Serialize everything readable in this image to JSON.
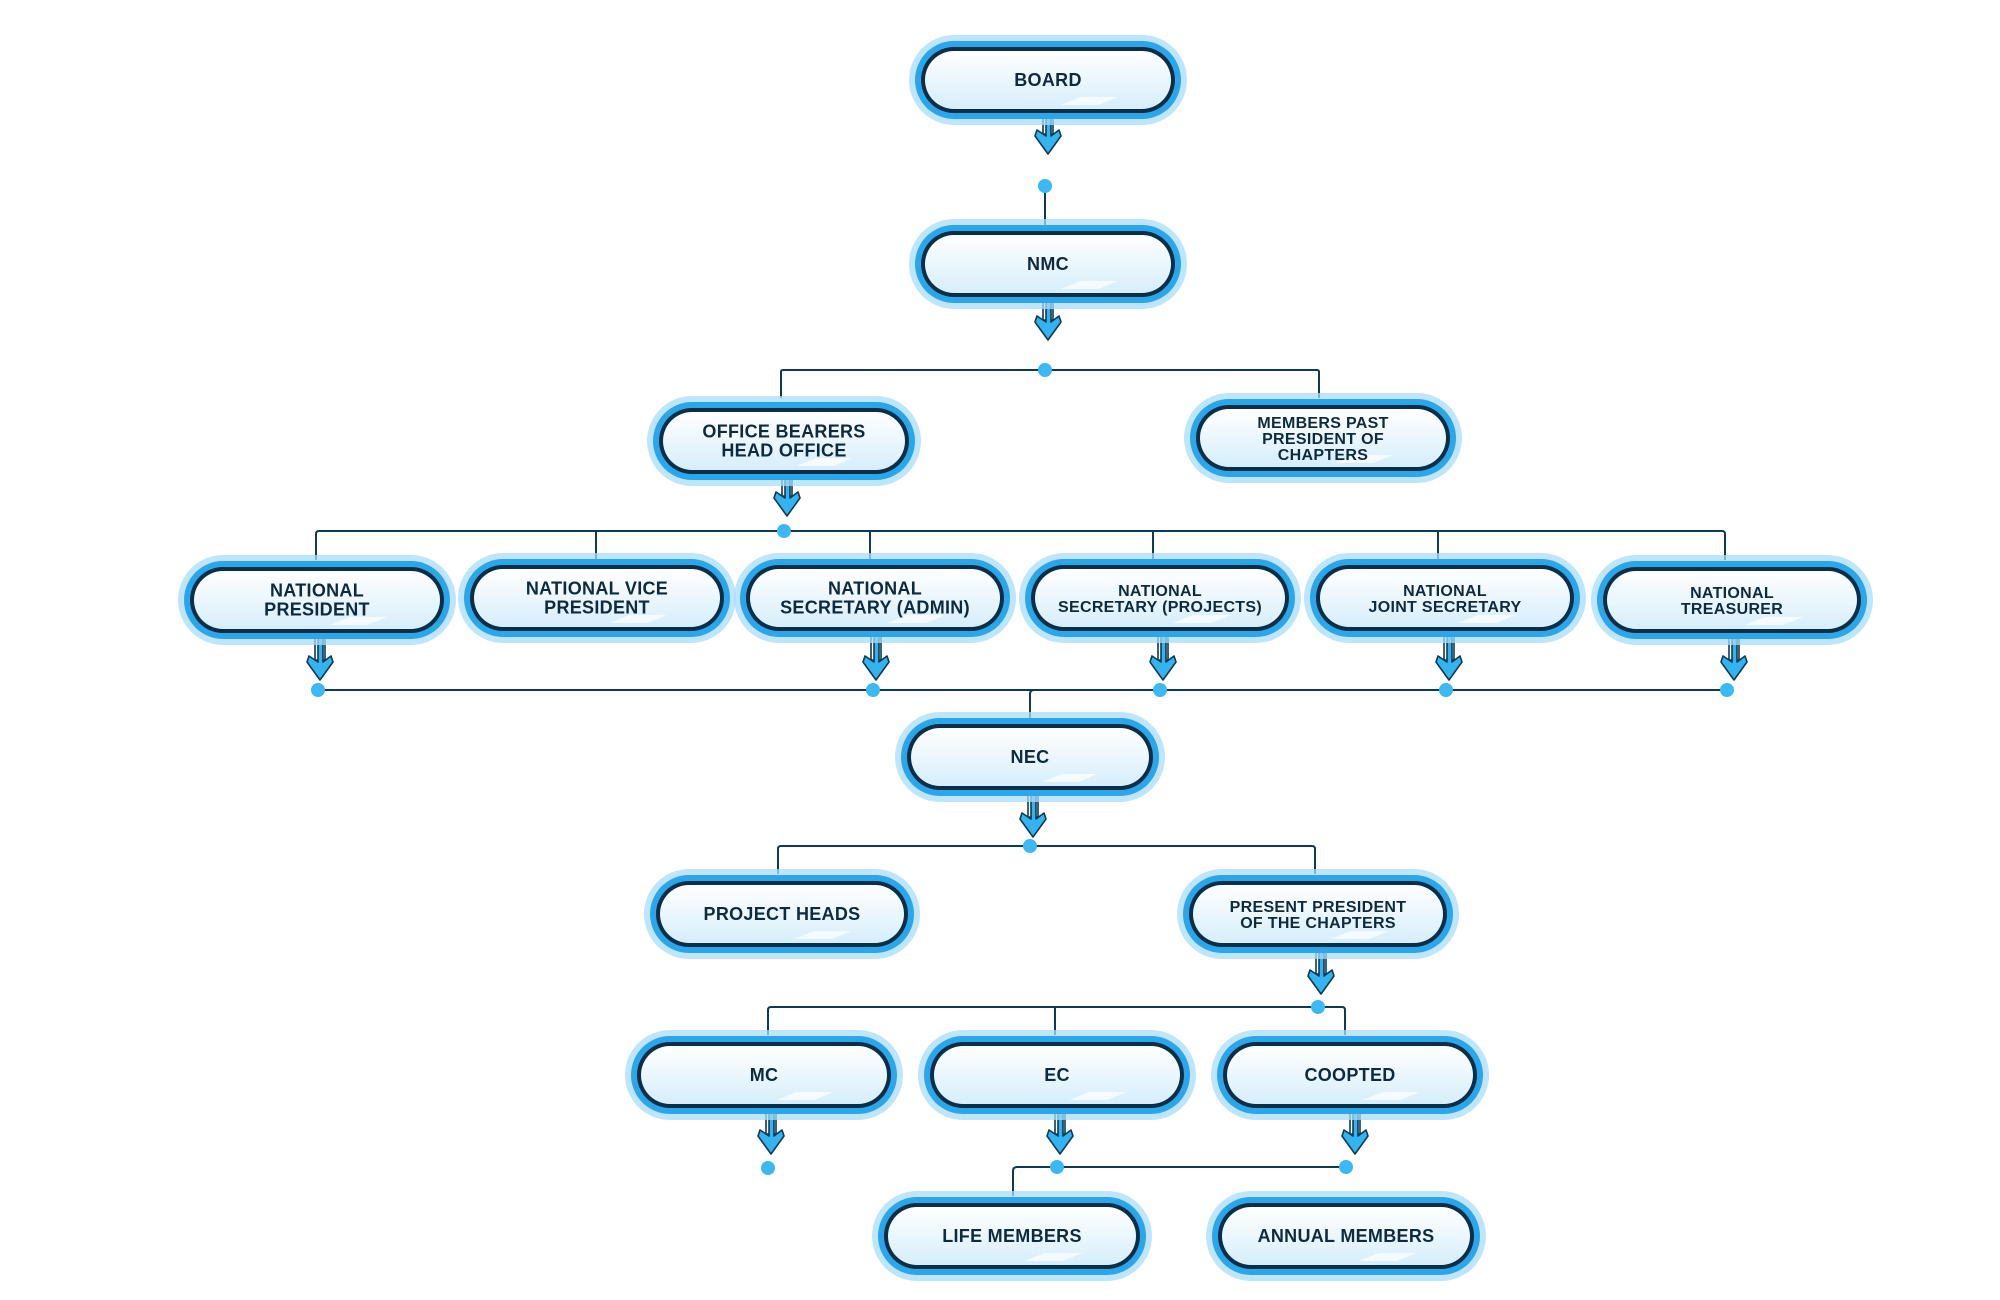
{
  "colors": {
    "glow": "#a9dcfa",
    "ring": "#2aa6ea",
    "ring_dark": "#0c2f47",
    "fill_top": "#ffffff",
    "fill_bottom": "#d6eefb",
    "dot": "#3cb8f4",
    "line": "#0e3a52"
  },
  "nodes": {
    "board": {
      "lines": [
        "BOARD"
      ]
    },
    "nmc": {
      "lines": [
        "NMC"
      ]
    },
    "office_bearers": {
      "lines": [
        "OFFICE BEARERS",
        "HEAD OFFICE"
      ]
    },
    "members_past_president": {
      "lines": [
        "MEMBERS PAST",
        "PRESIDENT OF",
        "CHAPTERS"
      ]
    },
    "national_president": {
      "lines": [
        "NATIONAL",
        "PRESIDENT"
      ]
    },
    "national_vice_president": {
      "lines": [
        "NATIONAL VICE",
        "PRESIDENT"
      ]
    },
    "national_secretary_admin": {
      "lines": [
        "NATIONAL",
        "SECRETARY (ADMIN)"
      ]
    },
    "national_secretary_projects": {
      "lines": [
        "NATIONAL",
        "SECRETARY (PROJECTS)"
      ]
    },
    "national_joint_secretary": {
      "lines": [
        "NATIONAL",
        "JOINT SECRETARY"
      ]
    },
    "national_treasurer": {
      "lines": [
        "NATIONAL",
        "TREASURER"
      ]
    },
    "nec": {
      "lines": [
        "NEC"
      ]
    },
    "project_heads": {
      "lines": [
        "PROJECT HEADS"
      ]
    },
    "present_president": {
      "lines": [
        "PRESENT PRESIDENT",
        "OF THE CHAPTERS"
      ]
    },
    "mc": {
      "lines": [
        "MC"
      ]
    },
    "ec": {
      "lines": [
        "EC"
      ]
    },
    "coopted": {
      "lines": [
        "COOPTED"
      ]
    },
    "life_members": {
      "lines": [
        "LIFE MEMBERS"
      ]
    },
    "annual_members": {
      "lines": [
        "ANNUAL MEMBERS"
      ]
    }
  }
}
